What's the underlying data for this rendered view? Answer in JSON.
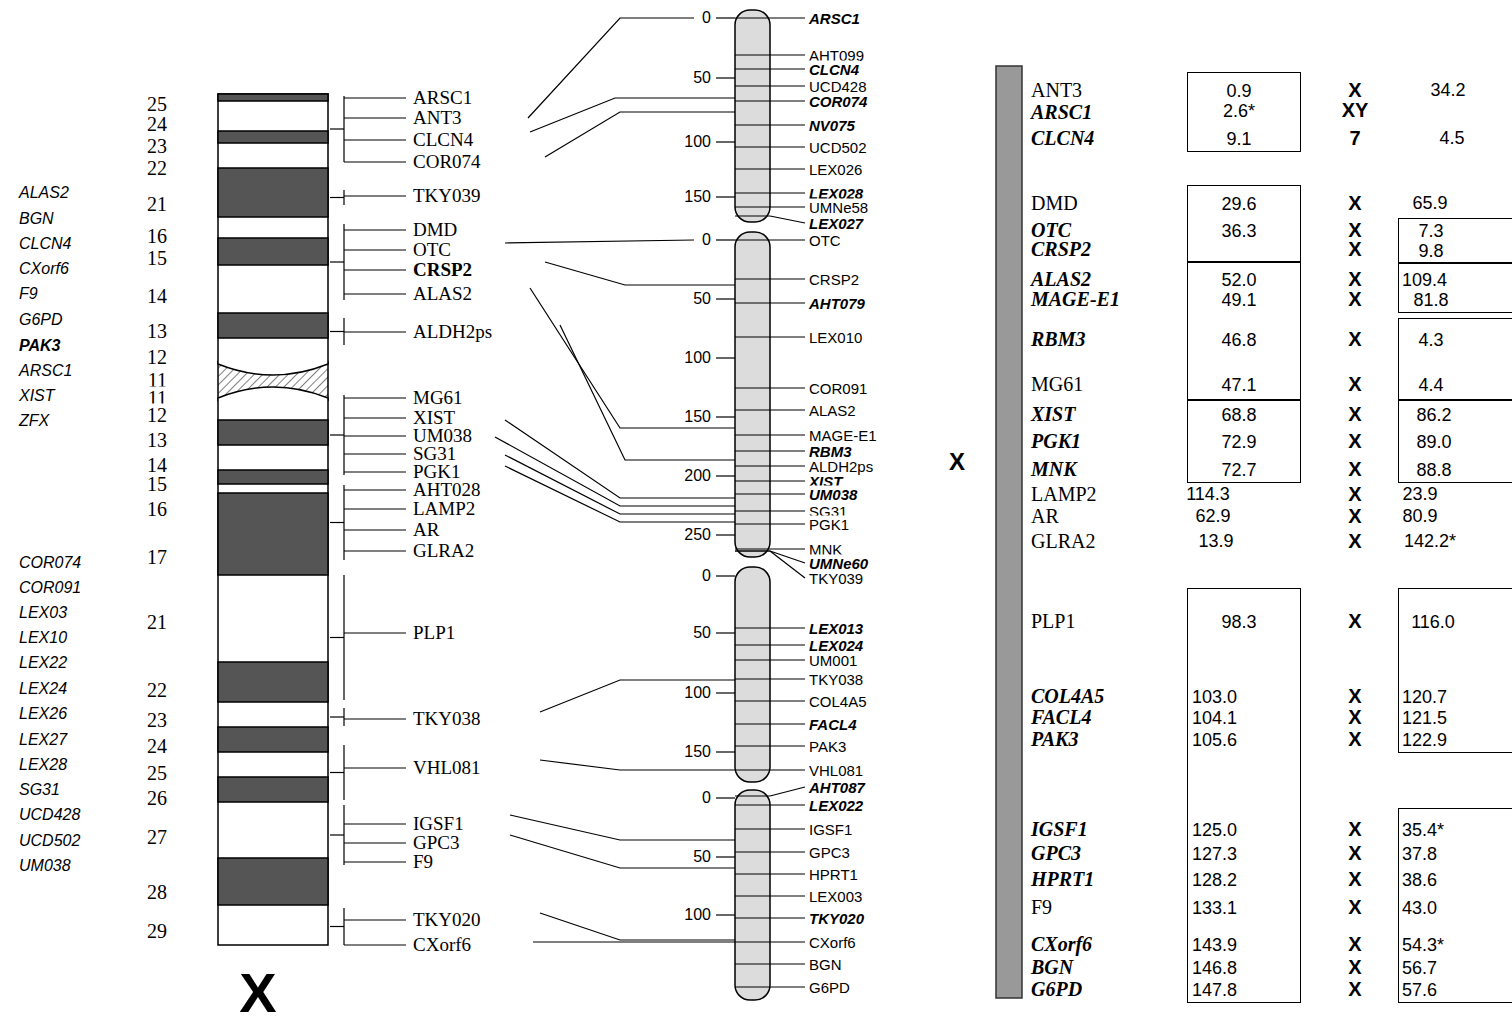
{
  "diagram": {
    "nodes": [
      {
        "text": [
          "0.9",
          "2.6*",
          "9.1"
        ]
      },
      {
        "text": [
          "29.6",
          "36.3"
        ]
      },
      {
        "text": [
          "52.0",
          "49.1",
          "46.8",
          "47.1"
        ]
      },
      {
        "text": [
          "68.8",
          "72.9",
          "72.7"
        ]
      },
      {
        "text": [
          "98.3",
          "103.0",
          "104.1",
          "105.6",
          "125.0",
          "127.3",
          "128.2",
          "133.1",
          "143.9",
          "146.8",
          "147.8"
        ]
      },
      {
        "text": [
          "7.3",
          "9.8"
        ]
      },
      {
        "text": [
          "109.4",
          "81.8"
        ]
      },
      {
        "text": [
          "4.3",
          "4.4"
        ]
      },
      {
        "text": [
          "86.2",
          "89.0",
          "88.8"
        ]
      },
      {
        "text": [
          "116.0",
          "120.7",
          "121.5",
          "122.9"
        ]
      },
      {
        "text": [
          "35.4*",
          "37.8",
          "38.6",
          "43.0",
          "54.3*",
          "56.7",
          "57.6"
        ]
      }
    ],
    "labels": [
      "ALAS2",
      "BGN",
      "CLCN4",
      "CXorf6",
      "F9",
      "G6PD",
      "PAK3",
      "ARSC1",
      "XIST",
      "ZFX",
      "COR074",
      "COR091",
      "LEX03",
      "LEX10",
      "LEX22",
      "LEX24",
      "LEX26",
      "LEX27",
      "LEX28",
      "SG31",
      "UCD428",
      "UCD502",
      "UM038",
      "25",
      "24",
      "23",
      "22",
      "21",
      "16",
      "15",
      "14",
      "13",
      "12",
      "11",
      "11",
      "12",
      "13",
      "14",
      "15",
      "16",
      "17",
      "21",
      "22",
      "23",
      "24",
      "25",
      "26",
      "27",
      "28",
      "29",
      "X",
      "ARSC1",
      "ANT3",
      "CLCN4",
      "COR074",
      "TKY039",
      "DMD",
      "OTC",
      "CRSP2",
      "ALAS2",
      "ALDH2ps",
      "MG61",
      "XIST",
      "UM038",
      "SG31",
      "PGK1",
      "AHT028",
      "LAMP2",
      "AR",
      "GLRA2",
      "PLP1",
      "TKY038",
      "VHL081",
      "IGSF1",
      "GPC3",
      "F9",
      "TKY020",
      "CXorf6",
      "0",
      "50",
      "100",
      "150",
      "0",
      "50",
      "100",
      "150",
      "200",
      "250",
      "0",
      "50",
      "100",
      "150",
      "0",
      "50",
      "100",
      "ARSC1",
      "AHT099",
      "CLCN4",
      "UCD428",
      "COR074",
      "NV075",
      "UCD502",
      "LEX026",
      "LEX028",
      "UMNe58",
      "LEX027",
      "OTC",
      "CRSP2",
      "AHT079",
      "LEX010",
      "COR091",
      "ALAS2",
      "MAGE-E1",
      "RBM3",
      "ALDH2ps",
      "XIST",
      "UM038",
      "SG31",
      "PGK1",
      "MNK",
      "UMNe60",
      "TKY039",
      "LEX013",
      "LEX024",
      "UM001",
      "TKY038",
      "COL4A5",
      "FACL4",
      "PAK3",
      "VHL081",
      "AHT087",
      "LEX022",
      "IGSF1",
      "GPC3",
      "HPRT1",
      "LEX003",
      "TKY020",
      "CXorf6",
      "BGN",
      "G6PD",
      "X",
      "ANT3",
      "ARSC1",
      "CLCN4",
      "DMD",
      "OTC",
      "CRSP2",
      "ALAS2",
      "MAGE-E1",
      "RBM3",
      "MG61",
      "XIST",
      "PGK1",
      "MNK",
      "LAMP2",
      "AR",
      "GLRA2",
      "PLP1",
      "COL4A5",
      "FACL4",
      "PAK3",
      "IGSF1",
      "GPC3",
      "HPRT1",
      "F9",
      "CXorf6",
      "BGN",
      "G6PD",
      "X",
      "XY",
      "7",
      "X",
      "X",
      "X",
      "X",
      "X",
      "X",
      "X",
      "X",
      "X",
      "X",
      "X",
      "X",
      "X",
      "X",
      "X",
      "X",
      "X",
      "X",
      "X",
      "X",
      "X",
      "X",
      "X",
      "X",
      "114.3",
      "62.9",
      "13.9",
      "34.2",
      "4.5",
      "65.9",
      "23.9",
      "80.9",
      "142.2*"
    ]
  }
}
